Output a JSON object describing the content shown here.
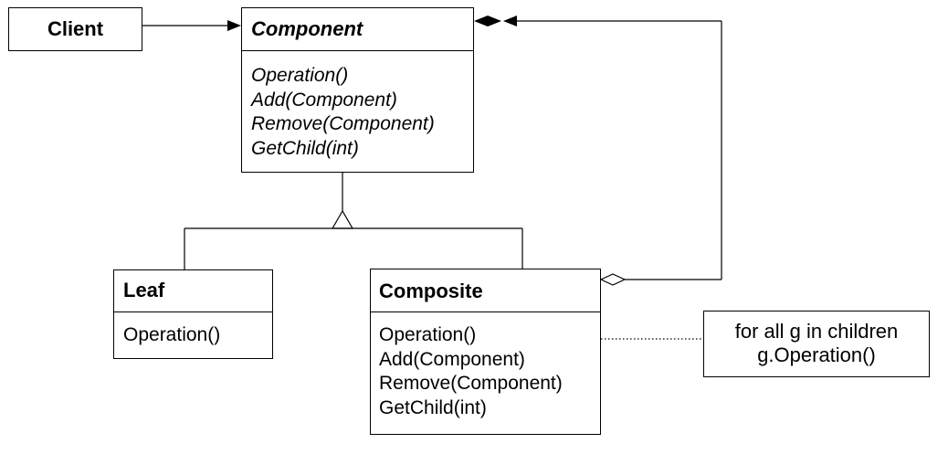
{
  "diagram": {
    "client": {
      "name": "Client"
    },
    "component": {
      "name": "Component",
      "operations": [
        "Operation()",
        "Add(Component)",
        "Remove(Component)",
        "GetChild(int)"
      ]
    },
    "leaf": {
      "name": "Leaf",
      "operations": [
        "Operation()"
      ]
    },
    "composite": {
      "name": "Composite",
      "operations": [
        "Operation()",
        "Add(Component)",
        "Remove(Component)",
        "GetChild(int)"
      ]
    },
    "note": {
      "lines": [
        "for all g in children",
        "g.Operation()"
      ]
    }
  }
}
